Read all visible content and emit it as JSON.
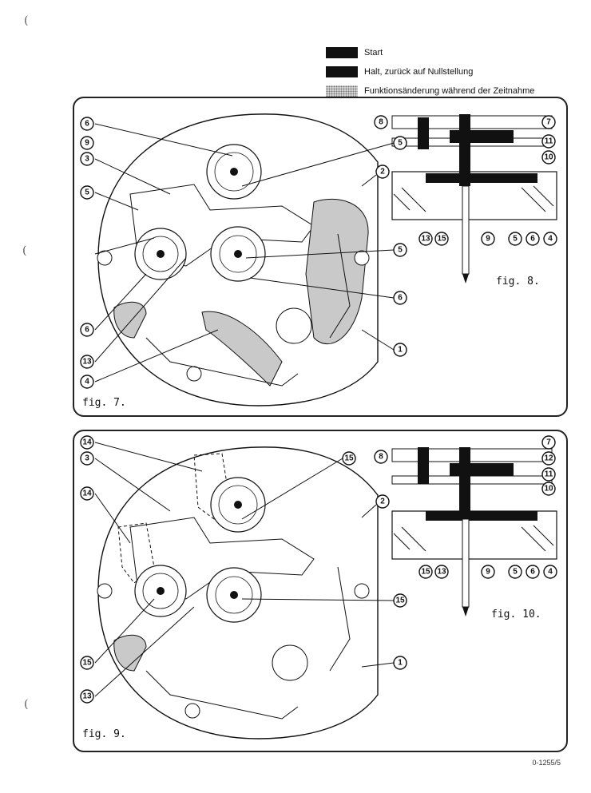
{
  "legend": [
    {
      "label": "Start",
      "style": "solid-black"
    },
    {
      "label": "Halt, zurück auf Nullstellung",
      "style": "solid-black"
    },
    {
      "label": "Funktionsänderung während der Zeitnahme",
      "style": "dotted-gray"
    }
  ],
  "figures": {
    "fig7": {
      "label": "fig. 7.",
      "callouts": [
        "6",
        "9",
        "3",
        "5",
        "6",
        "13",
        "4",
        "5",
        "5",
        "6",
        "1",
        "2"
      ]
    },
    "fig8": {
      "label": "fig. 8.",
      "callouts": [
        "8",
        "7",
        "11",
        "10",
        "13",
        "15",
        "9",
        "5",
        "6",
        "4"
      ]
    },
    "fig9": {
      "label": "fig. 9.",
      "callouts": [
        "14",
        "3",
        "14",
        "15",
        "13",
        "15",
        "15",
        "1",
        "2"
      ]
    },
    "fig10": {
      "label": "fig. 10.",
      "callouts": [
        "8",
        "7",
        "12",
        "11",
        "10",
        "15",
        "13",
        "9",
        "5",
        "6",
        "4"
      ]
    }
  },
  "document_code": "0-1255/5",
  "margin_marks": [
    "(",
    "(",
    "("
  ],
  "colors": {
    "ink": "#111111",
    "highlight_fill": "#c9c9c9",
    "paper": "#ffffff"
  }
}
